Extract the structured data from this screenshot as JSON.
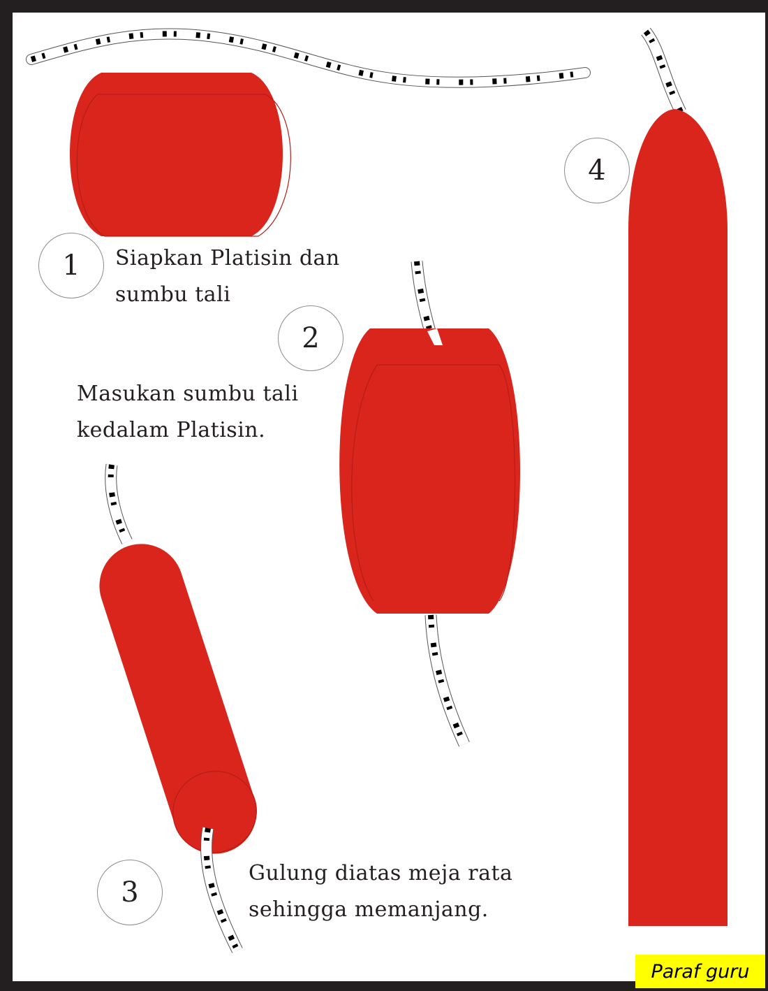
{
  "steps": [
    {
      "number": "1",
      "lines": [
        "Siapkan Platisin dan",
        "sumbu tali"
      ]
    },
    {
      "number": "2",
      "lines": [
        "Masukan sumbu tali",
        "kedalam Platisin."
      ]
    },
    {
      "number": "3",
      "lines": [
        "Gulung diatas meja rata",
        "sehingga memanjang."
      ]
    },
    {
      "number": "4",
      "lines": []
    }
  ],
  "signature_box": {
    "label": "Paraf guru"
  },
  "colors": {
    "plasticine": "#d9251c",
    "border": "#231f20",
    "signature_box": "#ffff00",
    "wick_marks": "#000000"
  },
  "icons": [
    "plasticine-block",
    "wick-string",
    "plasticine-roll",
    "plasticine-stick"
  ]
}
